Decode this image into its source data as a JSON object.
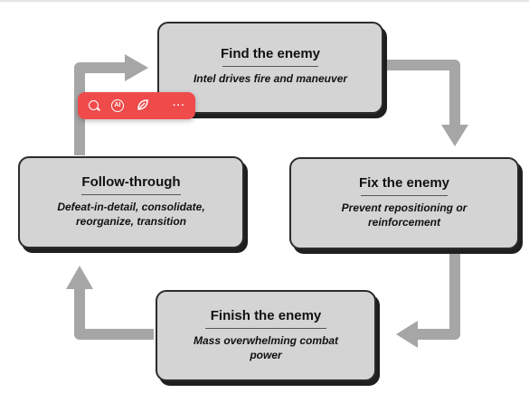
{
  "nodes": {
    "find": {
      "title": "Find the enemy",
      "desc": "Intel drives fire and maneuver"
    },
    "fix": {
      "title": "Fix the enemy",
      "desc": "Prevent repositioning or reinforcement"
    },
    "finish": {
      "title": "Finish the enemy",
      "desc": "Mass overwhelming combat power"
    },
    "follow": {
      "title": "Follow-through",
      "desc": "Defeat-in-detail, consolidate, reorganize, transition"
    }
  },
  "edges": [
    {
      "from": "find",
      "to": "fix"
    },
    {
      "from": "fix",
      "to": "finish"
    },
    {
      "from": "finish",
      "to": "follow"
    },
    {
      "from": "follow",
      "to": "find"
    }
  ],
  "toolbar": {
    "ai_label": "AI",
    "more_label": "···"
  },
  "colors": {
    "box_fill": "#d4d4d4",
    "box_border": "#2b2b2b",
    "arrow": "#a6a6a6",
    "toolbar": "#ef4b4b"
  },
  "icons": [
    "search-icon",
    "ai-icon",
    "leaf-icon",
    "more-icon"
  ]
}
